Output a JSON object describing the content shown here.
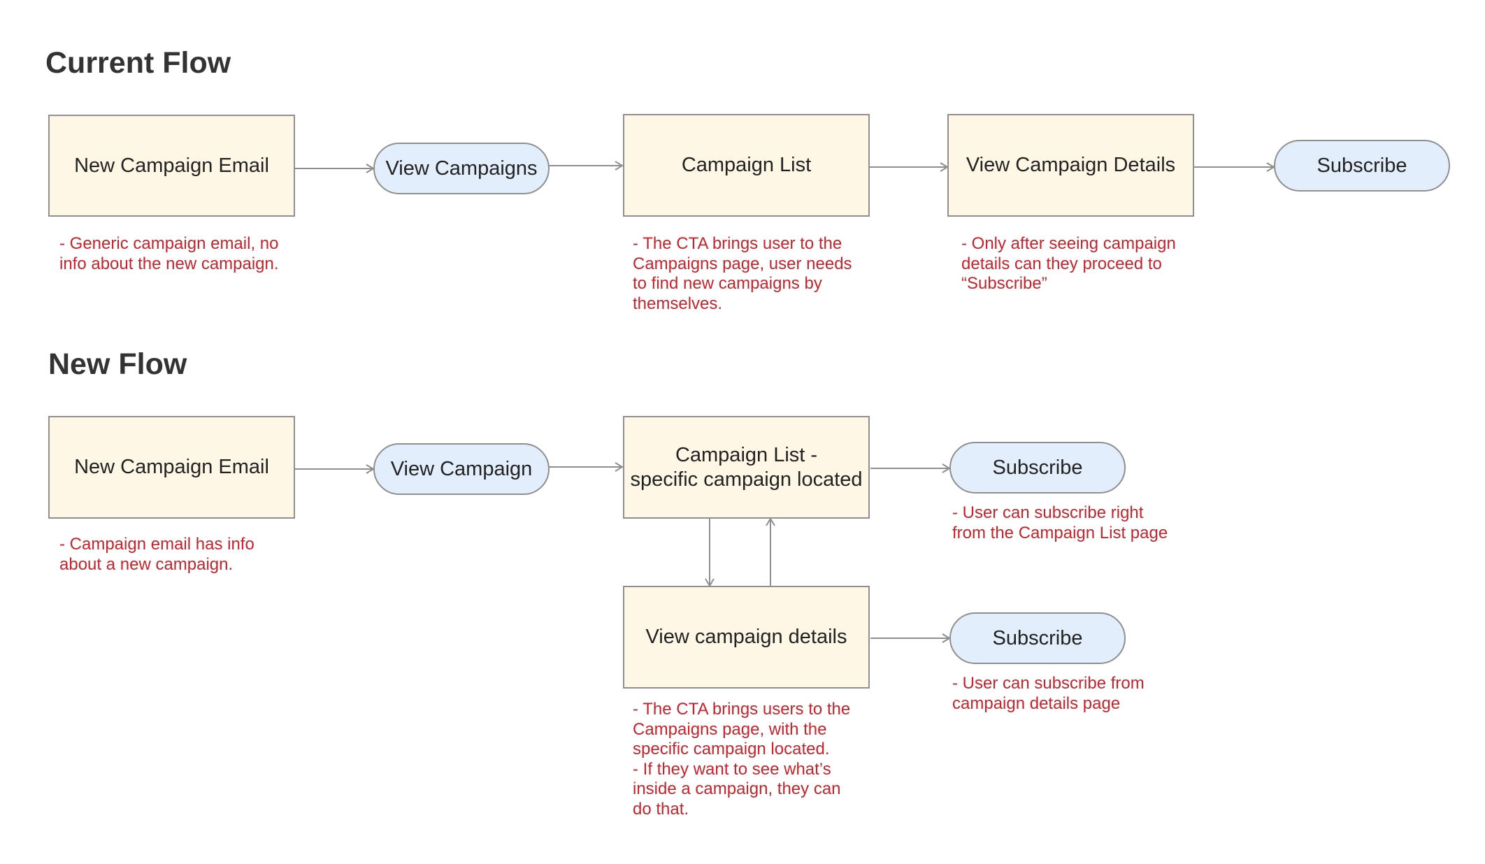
{
  "colors": {
    "heading": "#333333",
    "process_fill": "#fff7e6",
    "terminal_fill": "#e2eefc",
    "border": "#8f8f8f",
    "arrow": "#8f8f8f",
    "note_text": "#c8222b",
    "node_text": "#222222"
  },
  "current_flow": {
    "heading": "Current Flow",
    "nodes": {
      "new_campaign_email": "New Campaign Email",
      "view_campaigns": "View Campaigns",
      "campaign_list": "Campaign List",
      "view_campaign_details": "View Campaign Details",
      "subscribe": "Subscribe"
    },
    "notes": {
      "email": [
        "- Generic campaign email, no",
        "info about the new campaign."
      ],
      "campaign_list": [
        "- The CTA brings user to the",
        "Campaigns page, user needs",
        "to find new campaigns by",
        "themselves."
      ],
      "details": [
        "- Only after seeing campaign",
        "details can they proceed to",
        "“Subscribe”"
      ]
    }
  },
  "new_flow": {
    "heading": "New Flow",
    "nodes": {
      "new_campaign_email": "New Campaign Email",
      "view_campaign": "View Campaign",
      "campaign_list": [
        "Campaign List -",
        "specific campaign located"
      ],
      "view_campaign_details": "View campaign details",
      "subscribe_list": "Subscribe",
      "subscribe_details": "Subscribe"
    },
    "notes": {
      "email": [
        "- Campaign email has info",
        "about a new campaign."
      ],
      "subscribe_list": [
        "- User can subscribe right",
        "from the Campaign List page"
      ],
      "subscribe_details": [
        "- User can subscribe from",
        "campaign details page"
      ],
      "details": [
        "- The CTA brings users to the",
        "Campaigns page, with the",
        "specific campaign located.",
        "- If they want to see what’s",
        "inside a campaign, they can",
        "do that."
      ]
    }
  }
}
